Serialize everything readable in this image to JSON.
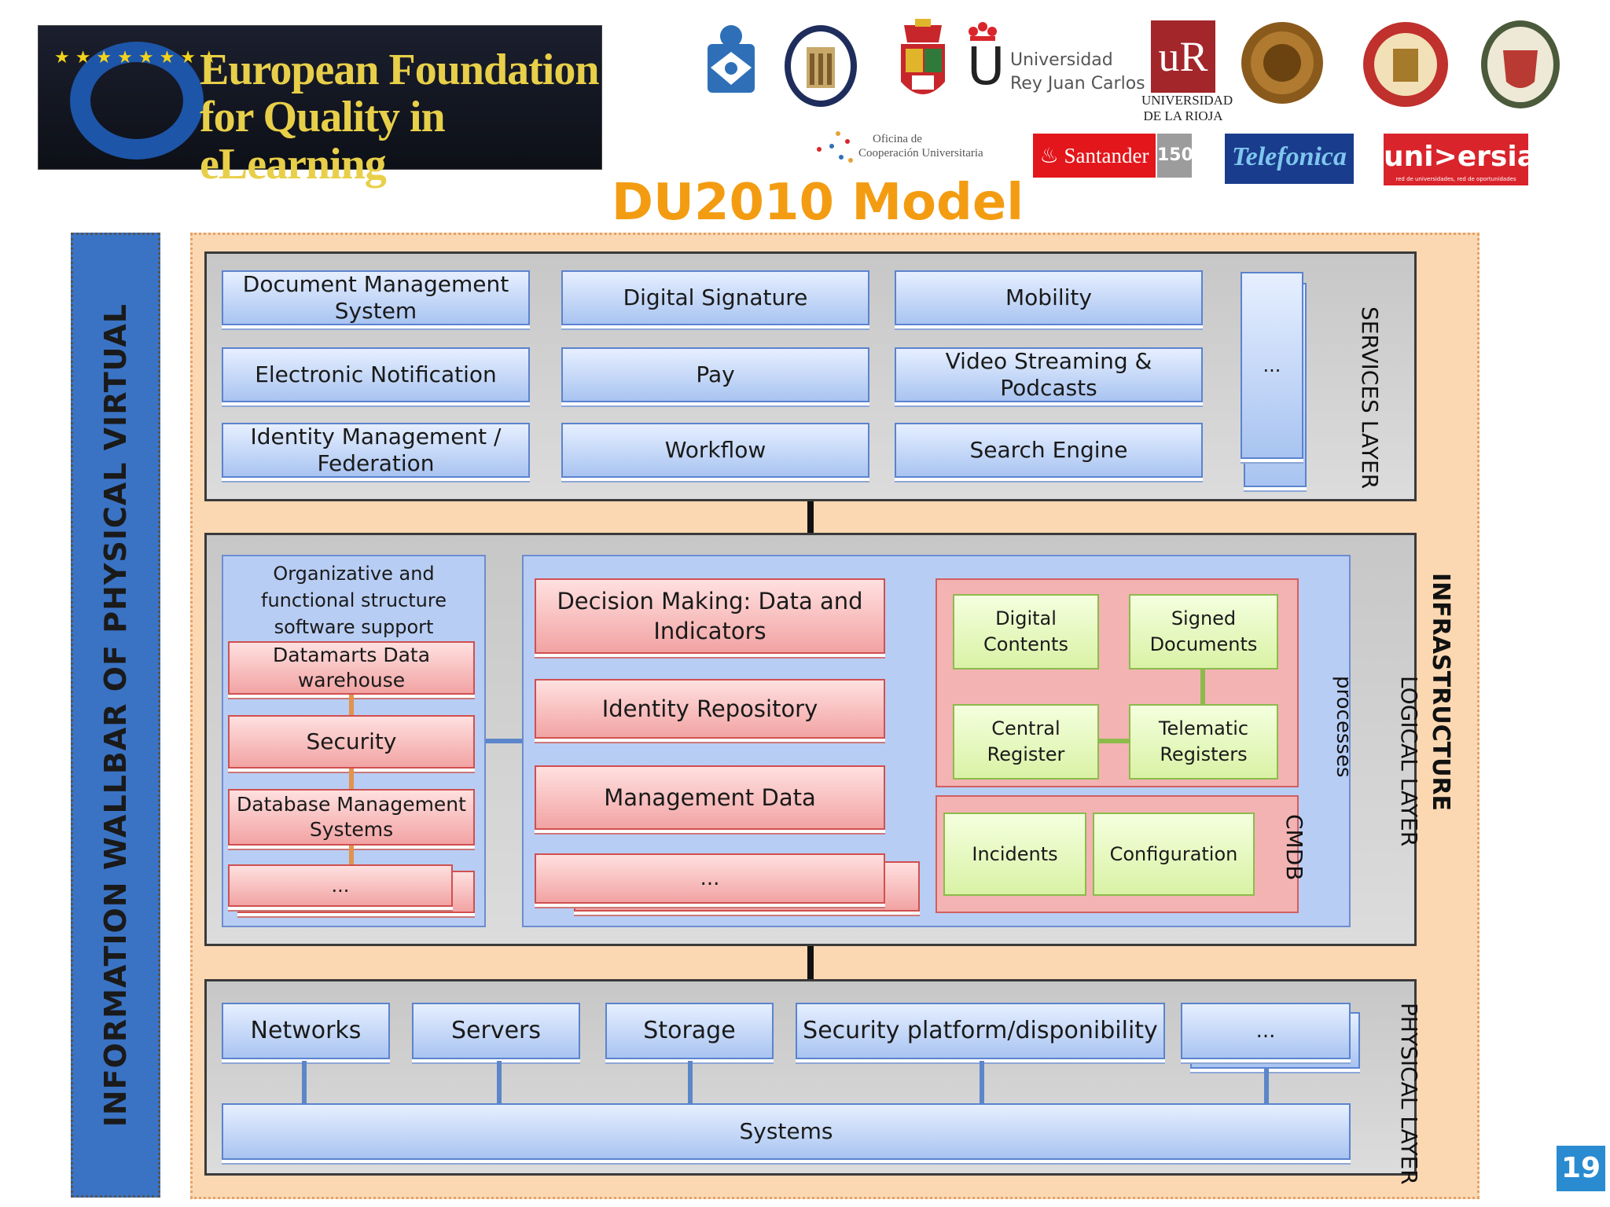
{
  "header": {
    "efq_logo": "European Foundation for Quality in eLearning",
    "efq_line1": "European Foundation",
    "efq_line2": "for Quality in eLearning",
    "efq_stars": "★ ★ ★ ★ ★ ★ ★ ★",
    "urjc_mark": "U",
    "urjc_line1": "Universidad",
    "urjc_line2": "Rey Juan Carlos",
    "rioja_mark": "uR",
    "rioja_line1": "UNIVERSIDAD",
    "rioja_line2": "DE LA RIOJA",
    "ocu_line1": "Oficina de",
    "ocu_line2": "Cooperación Universitaria",
    "santander": "Santander",
    "santander_150": "150",
    "telefonica": "Telefonica",
    "universia": "uni>ersia",
    "universia_tag": "red de universidades, red de oportunidades"
  },
  "title": "DU2010 Model",
  "left_bar_label": "INFORMATION WALLBAR OF PHYSICAL VIRTUAL",
  "right_labels": {
    "services_layer": "SERVICES LAYER",
    "logical_layer": "LOGICAL LAYER",
    "physical_layer": "PHYSICAL LAYER",
    "processes": "processes",
    "cmdb": "CMDB",
    "infrastructure": "INFRASTRUCTURE"
  },
  "services": {
    "row1": [
      "Document Management System",
      "Digital Signature",
      "Mobility"
    ],
    "row2": [
      "Electronic Notification",
      "Pay",
      "Video Streaming & Podcasts"
    ],
    "row3": [
      "Identity Management / Federation",
      "Workflow",
      "Search Engine"
    ],
    "more": "..."
  },
  "logical": {
    "left_header": "Organizative and functional structure software support",
    "left_boxes": [
      "Datamarts Data warehouse",
      "Security",
      "Database Management Systems",
      "..."
    ],
    "middle_boxes": [
      "Decision Making: Data and Indicators",
      "Identity Repository",
      "Management Data",
      "..."
    ],
    "green_boxes": [
      "Digital Contents",
      "Signed Documents",
      "Central Register",
      "Telematic Registers"
    ],
    "cmdb_boxes": [
      "Incidents",
      "Configuration"
    ]
  },
  "physical": {
    "boxes": [
      "Networks",
      "Servers",
      "Storage",
      "Security platform/disponibility",
      "..."
    ],
    "base": "Systems"
  },
  "page_number": "19",
  "colors": {
    "title": "#f39c12",
    "orange_bg": "#fcd8b2",
    "left_bar": "#3a73c4",
    "blue_box": "#a9c4f1",
    "pink_box": "#f2a3a3",
    "green_box": "#d9f2a5",
    "page_badge": "#2a8bd1"
  }
}
